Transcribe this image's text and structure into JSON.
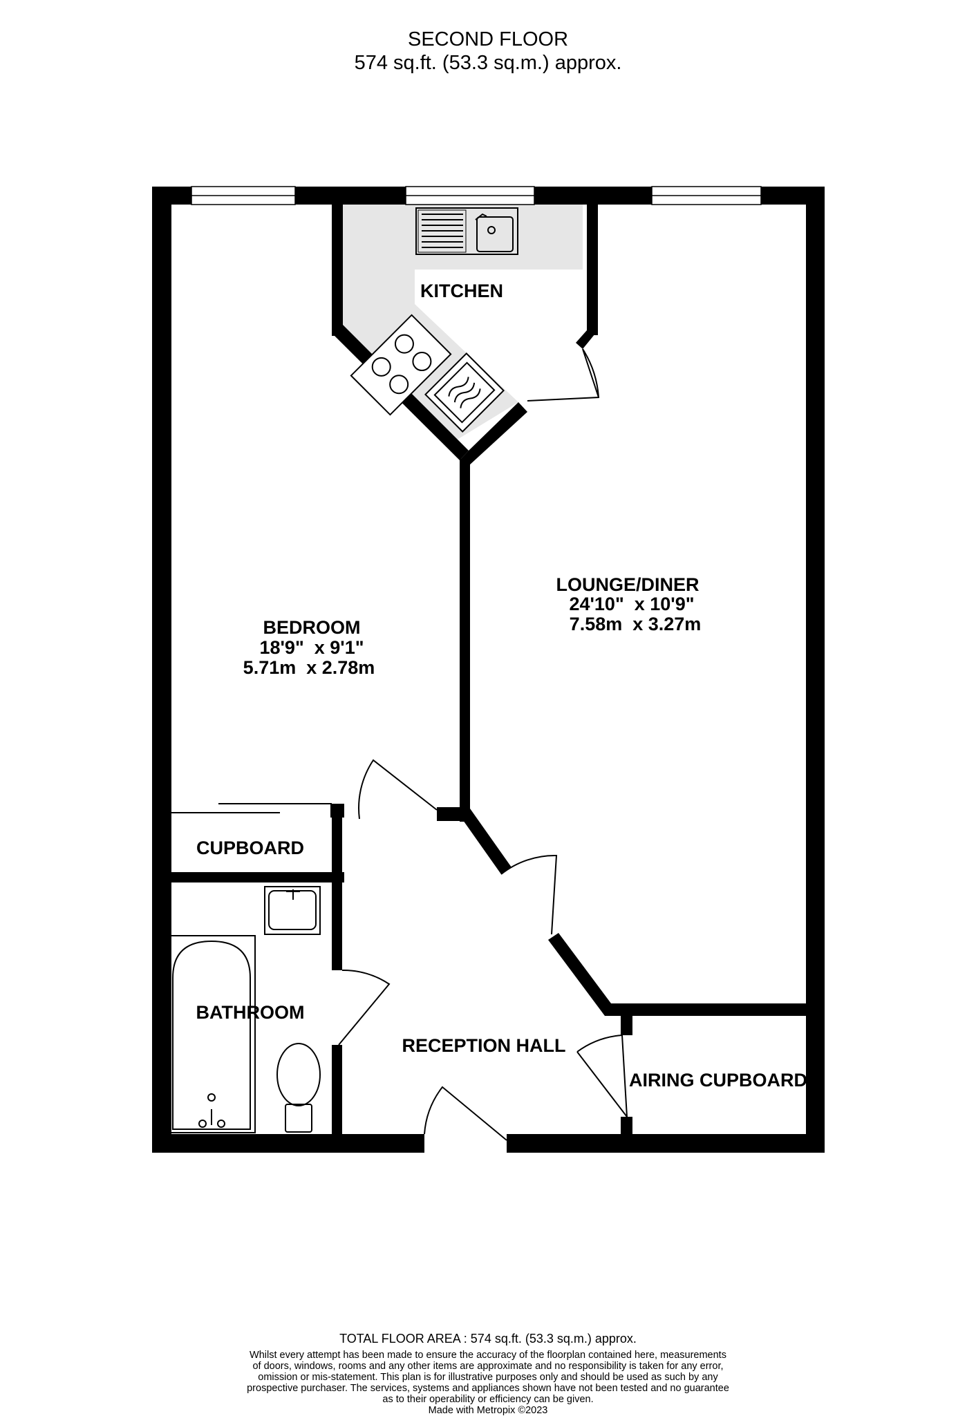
{
  "header": {
    "floor_name": "SECOND FLOOR",
    "floor_area": "574 sq.ft. (53.3 sq.m.) approx."
  },
  "rooms": {
    "kitchen": {
      "name": "KITCHEN"
    },
    "bedroom": {
      "name": "BEDROOM",
      "size_imperial": "18'9\"  x 9'1\"",
      "size_metric": "5.71m  x 2.78m"
    },
    "lounge": {
      "name": "LOUNGE/DINER",
      "size_imperial": "24'10\"  x 10'9\"",
      "size_metric": "7.58m  x 3.27m"
    },
    "cupboard": {
      "name": "CUPBOARD"
    },
    "bathroom": {
      "name": "BATHROOM"
    },
    "reception": {
      "name": "RECEPTION HALL"
    },
    "airing": {
      "name": "AIRING CUPBOARD"
    }
  },
  "colors": {
    "wall": "#000000",
    "kitchen_floor": "#e6e6e6",
    "background": "#ffffff"
  },
  "footer": {
    "total_area": "TOTAL FLOOR AREA : 574 sq.ft. (53.3 sq.m.) approx.",
    "disclaimer": [
      "Whilst every attempt has been made to ensure the accuracy of the floorplan contained here, measurements",
      "of doors, windows, rooms and any other items are approximate and no responsibility is taken for any error,",
      "omission or mis-statement. This plan is for illustrative purposes only and should be used as such by any",
      "prospective purchaser. The services, systems and appliances shown have not been tested and no guarantee",
      "as to their operability or efficiency can be given."
    ],
    "credit": "Made with Metropix ©2023"
  }
}
